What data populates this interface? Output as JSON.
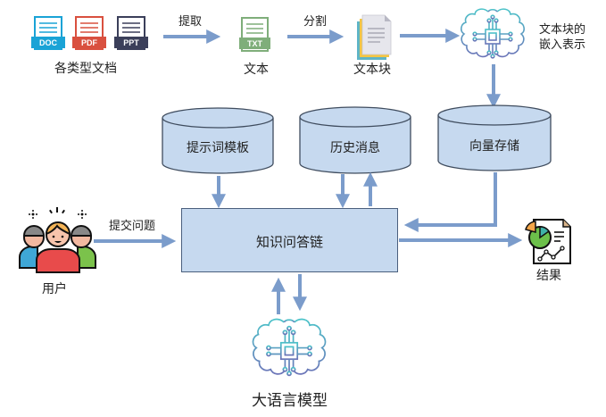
{
  "diagram": {
    "title": "",
    "colors": {
      "arrow": "#7b9ccb",
      "cylinder_fill": "#c6d9ef",
      "cylinder_stroke": "#3f4c5e",
      "box_fill": "#c6d9ef",
      "box_stroke": "#4a5f7d",
      "doc_blue": "#1aa3d6",
      "pdf_red": "#d9503f",
      "ppt_navy": "#3b3f5a",
      "txt_green": "#7fae7a"
    },
    "nodes": {
      "documents": {
        "label": "各类型文档",
        "file_types": [
          "DOC",
          "PDF",
          "PPT"
        ]
      },
      "text": {
        "label": "文本",
        "file_type": "TXT"
      },
      "text_chunks": {
        "label": "文本块"
      },
      "embedding": {
        "label_line1": "文本块的",
        "label_line2": "嵌入表示"
      },
      "prompt_template": {
        "label": "提示词模板"
      },
      "history": {
        "label": "历史消息"
      },
      "vector_store": {
        "label": "向量存储"
      },
      "qa_chain": {
        "label": "知识问答链"
      },
      "user": {
        "label": "用户"
      },
      "result": {
        "label": "结果"
      },
      "llm": {
        "label": "大语言模型"
      }
    },
    "edges": {
      "extract": "提取",
      "split": "分割",
      "submit_question": "提交问题"
    }
  }
}
